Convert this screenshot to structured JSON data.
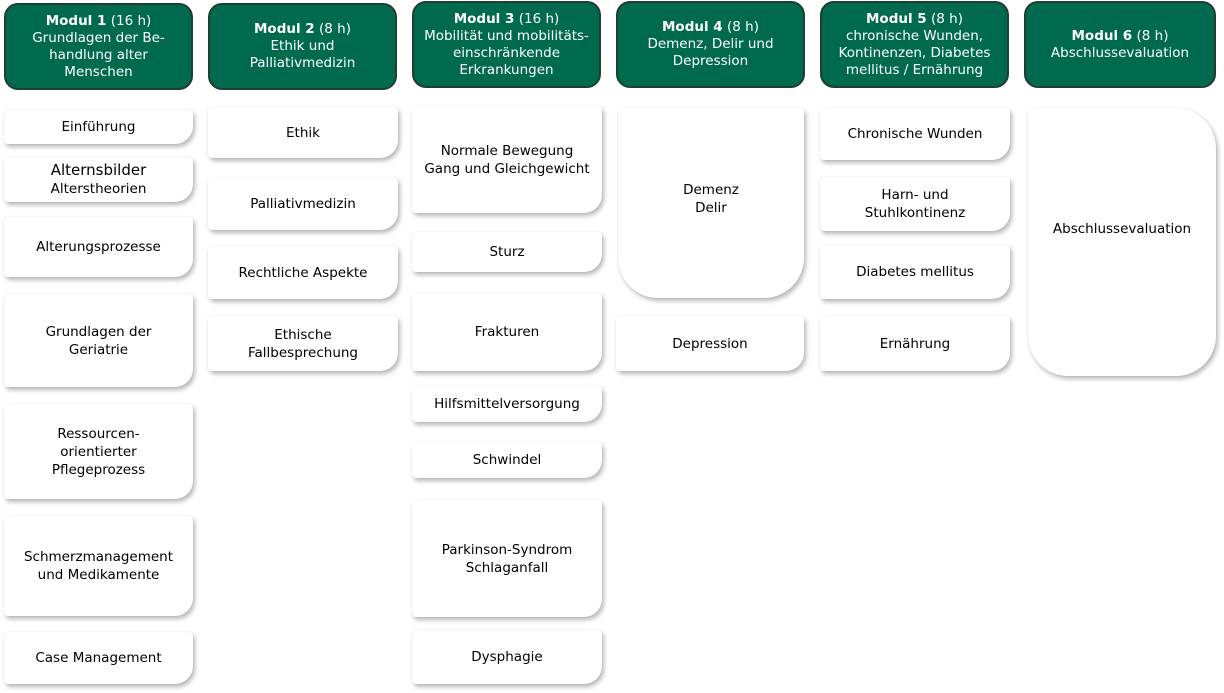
{
  "modules": [
    {
      "title": "Modul 1",
      "hours": "(16 h)",
      "lines": [
        "Grundlagen der Be-",
        "handlung alter Menschen"
      ],
      "items": [
        {
          "lines": [
            "Einführung"
          ]
        },
        {
          "lines": [
            "Alternsbilder",
            "Alterstheorien"
          ]
        },
        {
          "lines": [
            "Alterungsprozesse"
          ]
        },
        {
          "lines": [
            "Grundlagen der",
            "Geriatrie"
          ]
        },
        {
          "lines": [
            "Ressourcen-",
            "orientierter",
            "Pflegeprozess"
          ]
        },
        {
          "lines": [
            "Schmerzmanagement",
            "und Medikamente"
          ]
        },
        {
          "lines": [
            "Case Management"
          ]
        }
      ]
    },
    {
      "title": "Modul 2",
      "hours": "(8 h)",
      "lines": [
        "Ethik und Palliativmedizin"
      ],
      "items": [
        {
          "lines": [
            "Ethik"
          ]
        },
        {
          "lines": [
            "Palliativmedizin"
          ]
        },
        {
          "lines": [
            "Rechtliche Aspekte"
          ]
        },
        {
          "lines": [
            "Ethische",
            "Fallbesprechung"
          ]
        }
      ]
    },
    {
      "title": "Modul 3",
      "hours": "(16 h)",
      "lines": [
        "Mobilität und mobilitäts-",
        "einschränkende",
        "Erkrankungen"
      ],
      "items": [
        {
          "lines": [
            "Normale Bewegung",
            "Gang und Gleichgewicht"
          ]
        },
        {
          "lines": [
            "Sturz"
          ]
        },
        {
          "lines": [
            "Frakturen"
          ]
        },
        {
          "lines": [
            "Hilfsmittelversorgung"
          ]
        },
        {
          "lines": [
            "Schwindel"
          ]
        },
        {
          "lines": [
            "Parkinson-Syndrom",
            "Schlaganfall"
          ]
        },
        {
          "lines": [
            "Dysphagie"
          ]
        }
      ]
    },
    {
      "title": "Modul 4",
      "hours": "(8 h)",
      "lines": [
        "Demenz, Delir und",
        "Depression"
      ],
      "items": [
        {
          "lines": [
            "Demenz",
            "Delir"
          ]
        },
        {
          "lines": [
            "Depression"
          ]
        }
      ]
    },
    {
      "title": "Modul 5",
      "hours": "(8 h)",
      "lines": [
        "chronische Wunden,",
        "Kontinenzen, Diabetes",
        "mellitus / Ernährung"
      ],
      "items": [
        {
          "lines": [
            "Chronische Wunden"
          ]
        },
        {
          "lines": [
            "Harn- und",
            "Stuhlkontinenz"
          ]
        },
        {
          "lines": [
            "Diabetes mellitus"
          ]
        },
        {
          "lines": [
            "Ernährung"
          ]
        }
      ]
    },
    {
      "title": "Modul 6",
      "hours": "(8 h)",
      "lines": [
        "Abschlussevaluation"
      ],
      "items": [
        {
          "lines": [
            "Abschlussevaluation"
          ]
        }
      ]
    }
  ],
  "colors": {
    "header_bg": "#006a4e",
    "header_border": "#1f3d33",
    "header_text": "#ffffff",
    "card_bg": "#ffffff"
  }
}
